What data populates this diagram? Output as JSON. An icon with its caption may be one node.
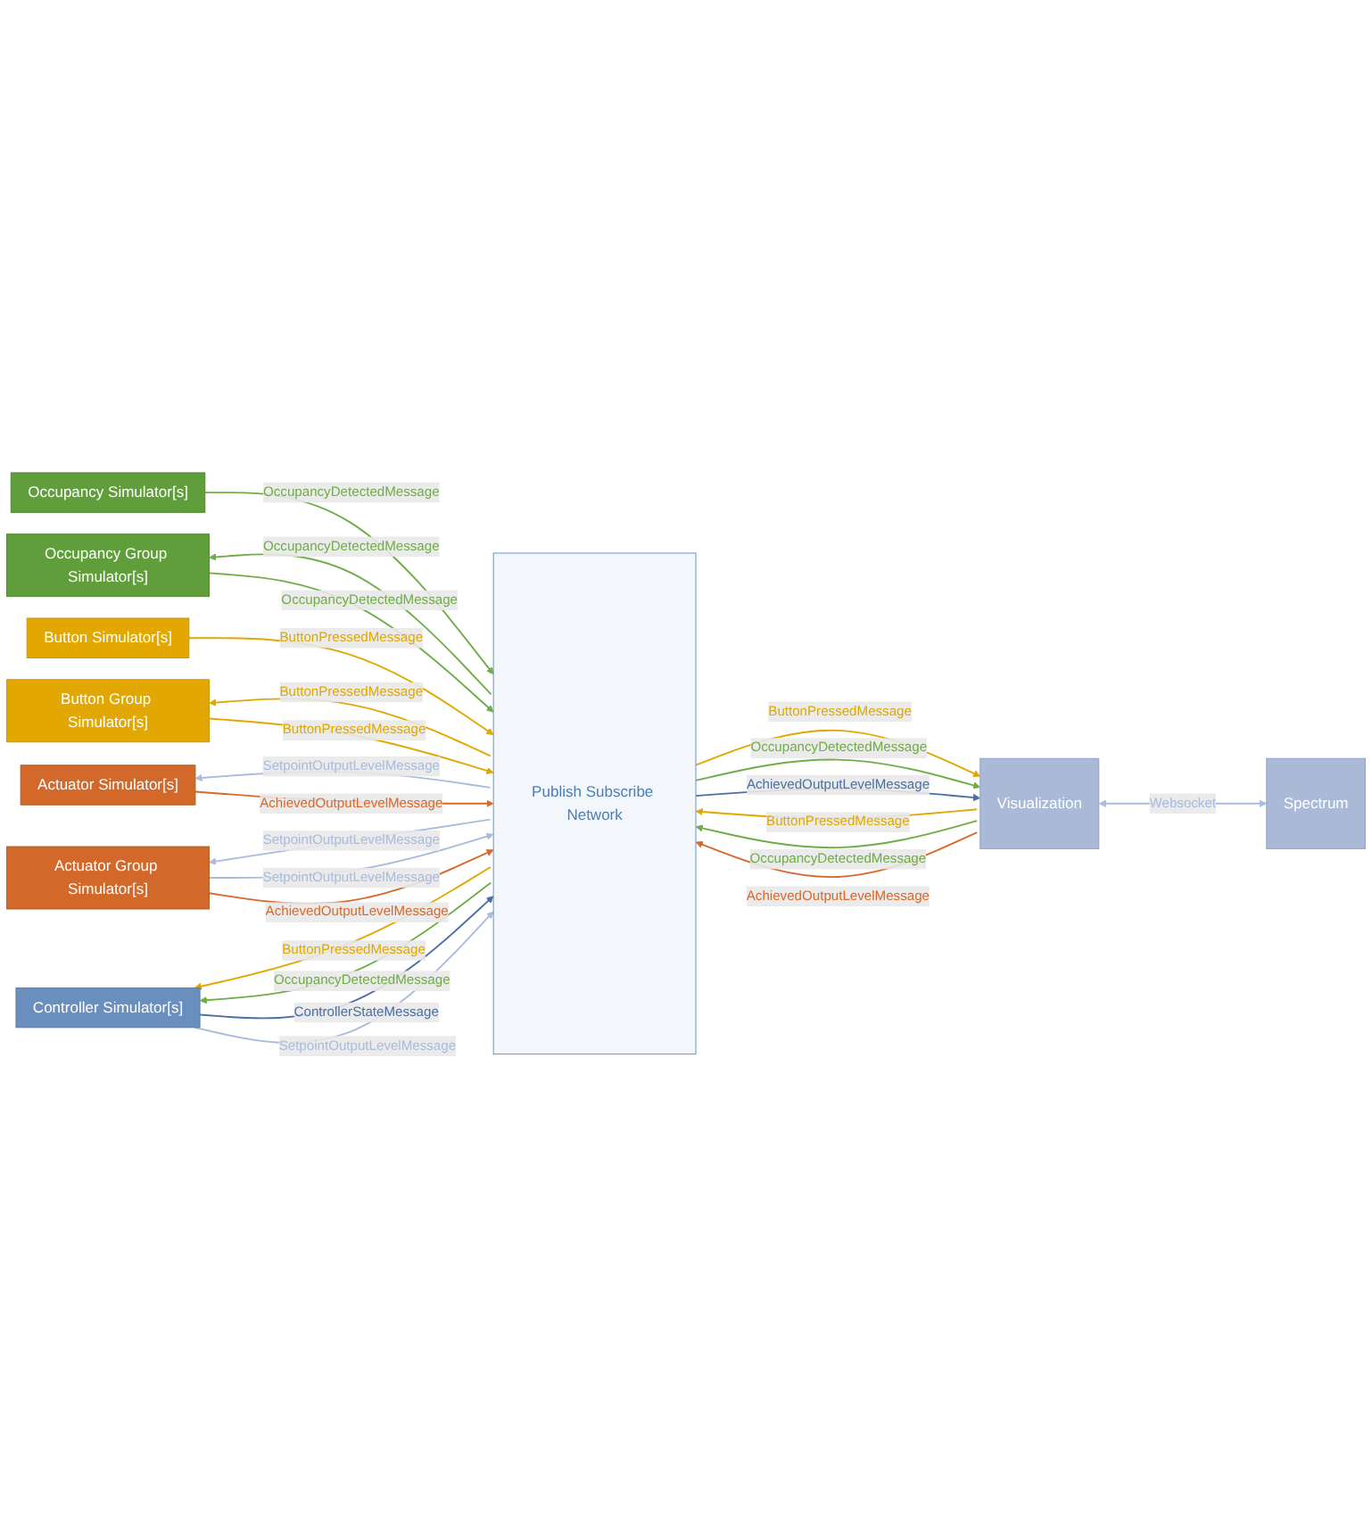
{
  "diagram": {
    "nodes": [
      {
        "text": [
          "Occupancy Simulator[s]"
        ]
      },
      {
        "text": [
          "Occupancy Group Simulator[s]"
        ]
      },
      {
        "text": [
          "Button Simulator[s]"
        ]
      },
      {
        "text": [
          "Button Group Simulator[s]"
        ]
      },
      {
        "text": [
          "Actuator Simulator[s]"
        ]
      },
      {
        "text": [
          "Actuator Group Simulator[s]"
        ]
      },
      {
        "text": [
          "Controller Simulator[s]"
        ]
      },
      {
        "text": [
          "Publish Subscribe Network"
        ]
      },
      {
        "text": [
          "Visualization"
        ]
      },
      {
        "text": [
          "Spectrum"
        ]
      }
    ],
    "edges": [
      {
        "from": 0,
        "to": 7,
        "arrow": "to",
        "label": "OccupancyDetectedMessage",
        "color": "#70ad47"
      },
      {
        "from": 7,
        "to": 1,
        "arrow": "to",
        "label": "OccupancyDetectedMessage",
        "color": "#70ad47"
      },
      {
        "from": 1,
        "to": 7,
        "arrow": "to",
        "label": "OccupancyDetectedMessage",
        "color": "#70ad47"
      },
      {
        "from": 2,
        "to": 7,
        "arrow": "to",
        "label": "ButtonPressedMessage",
        "color": "#e0a800"
      },
      {
        "from": 7,
        "to": 3,
        "arrow": "to",
        "label": "ButtonPressedMessage",
        "color": "#e0a800"
      },
      {
        "from": 3,
        "to": 7,
        "arrow": "to",
        "label": "ButtonPressedMessage",
        "color": "#e0a800"
      },
      {
        "from": 7,
        "to": 4,
        "arrow": "to",
        "label": "SetpointOutputLevelMessage",
        "color": "#a9bcdd"
      },
      {
        "from": 4,
        "to": 7,
        "arrow": "to",
        "label": "AchievedOutputLevelMessage",
        "color": "#d9692b"
      },
      {
        "from": 7,
        "to": 5,
        "arrow": "to",
        "label": "SetpointOutputLevelMessage",
        "color": "#a9bcdd"
      },
      {
        "from": 5,
        "to": 7,
        "arrow": "to",
        "label": "SetpointOutputLevelMessage",
        "color": "#a9bcdd"
      },
      {
        "from": 5,
        "to": 7,
        "arrow": "to",
        "label": "AchievedOutputLevelMessage",
        "color": "#d9692b"
      },
      {
        "from": 7,
        "to": 6,
        "arrow": "to",
        "label": "ButtonPressedMessage",
        "color": "#e0a800"
      },
      {
        "from": 7,
        "to": 6,
        "arrow": "to",
        "label": "OccupancyDetectedMessage",
        "color": "#70ad47"
      },
      {
        "from": 6,
        "to": 7,
        "arrow": "to",
        "label": "ControllerStateMessage",
        "color": "#4a6fa5"
      },
      {
        "from": 6,
        "to": 7,
        "arrow": "to",
        "label": "SetpointOutputLevelMessage",
        "color": "#a9bcdd"
      },
      {
        "from": 7,
        "to": 8,
        "arrow": "to",
        "label": "ButtonPressedMessage",
        "color": "#e0a800"
      },
      {
        "from": 7,
        "to": 8,
        "arrow": "to",
        "label": "OccupancyDetectedMessage",
        "color": "#70ad47"
      },
      {
        "from": 7,
        "to": 8,
        "arrow": "to",
        "label": "AchievedOutputLevelMessage",
        "color": "#4a6fa5"
      },
      {
        "from": 8,
        "to": 7,
        "arrow": "to",
        "label": "ButtonPressedMessage",
        "color": "#e0a800"
      },
      {
        "from": 8,
        "to": 7,
        "arrow": "to",
        "label": "OccupancyDetectedMessage",
        "color": "#70ad47"
      },
      {
        "from": 8,
        "to": 7,
        "arrow": "to",
        "label": "AchievedOutputLevelMessage",
        "color": "#d9692b"
      },
      {
        "from": 8,
        "to": 9,
        "arrow": "both",
        "label": "Websocket",
        "color": "#a9bcdd"
      }
    ]
  }
}
